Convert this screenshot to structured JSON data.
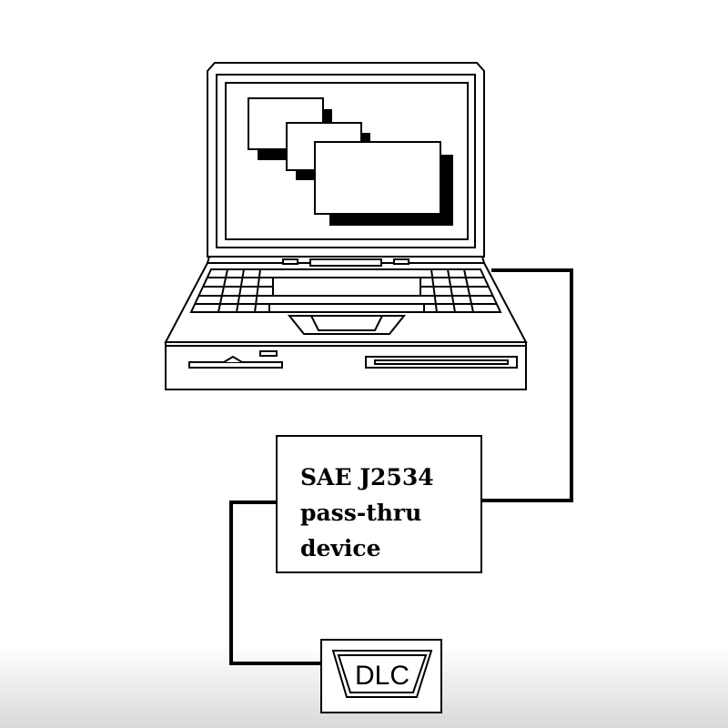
{
  "device": {
    "label_lines": [
      "SAE J2534",
      "pass-thru",
      "device"
    ]
  },
  "connector": {
    "label": "DLC"
  },
  "icons": {
    "computer": "laptop-icon",
    "windows": "stacked-windows-icon",
    "connector": "obd-connector-icon"
  },
  "colors": {
    "line": "#000000",
    "background": "#ffffff"
  }
}
